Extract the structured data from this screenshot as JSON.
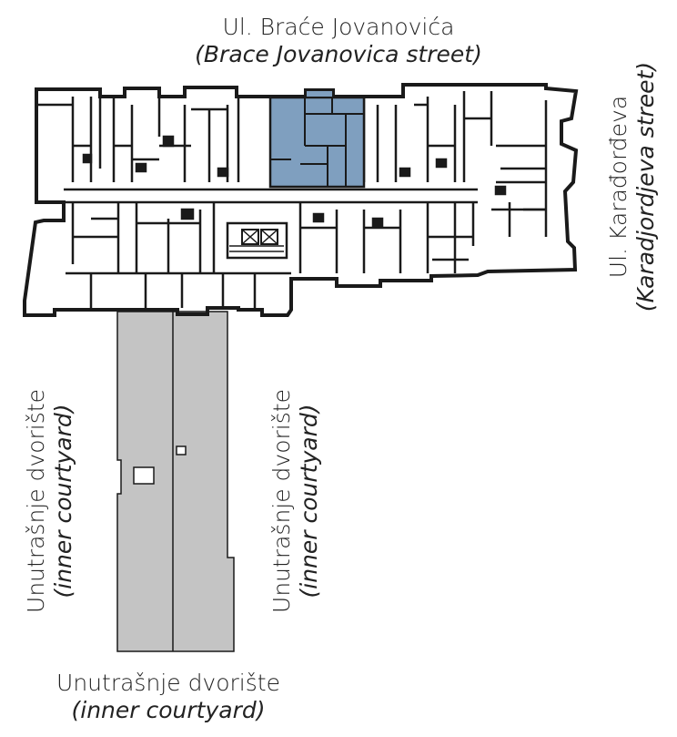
{
  "labels": {
    "top": {
      "local": "Ul. Braće Jovanovića",
      "english": "(Brace Jovanovica street)"
    },
    "right": {
      "local": "Ul. Karađorđeva",
      "english": "(Karadjordjeva street)"
    },
    "left": {
      "local": "Unutrašnje dvorište",
      "english": "(inner courtyard)"
    },
    "middle": {
      "local": "Unutrašnje dvorište",
      "english": "(inner courtyard)"
    },
    "bottom": {
      "local": "Unutrašnje dvorište",
      "english": "(inner courtyard)"
    }
  },
  "colors": {
    "highlight_unit": "#7f9fbf",
    "courtyard": "#c4c4c4",
    "walls": "#1a1a1a"
  }
}
